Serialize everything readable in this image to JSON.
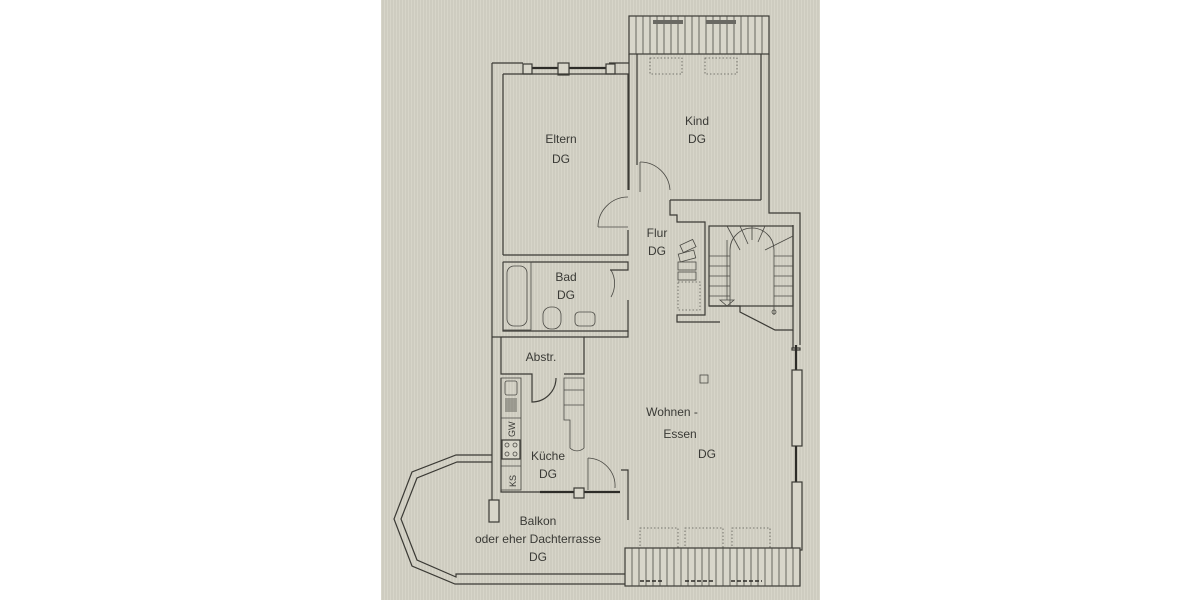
{
  "plan": {
    "background_color": "#d5d3c6",
    "line_color": "#3b3a35",
    "rooms": [
      {
        "id": "eltern",
        "name": "Eltern",
        "level": "DG"
      },
      {
        "id": "kind",
        "name": "Kind",
        "level": "DG"
      },
      {
        "id": "flur",
        "name": "Flur",
        "level": "DG"
      },
      {
        "id": "bad",
        "name": "Bad",
        "level": "DG"
      },
      {
        "id": "abstr",
        "name": "Abstr."
      },
      {
        "id": "kueche",
        "name": "Küche",
        "level": "DG"
      },
      {
        "id": "wohnen",
        "name_line1": "Wohnen -",
        "name_line2": "Essen",
        "level": "DG"
      },
      {
        "id": "balkon",
        "name_line1": "Balkon",
        "name_line2": "oder eher Dachterrasse",
        "level": "DG"
      }
    ],
    "kitchen_labels": {
      "gw": "GW",
      "ks": "KS"
    }
  }
}
